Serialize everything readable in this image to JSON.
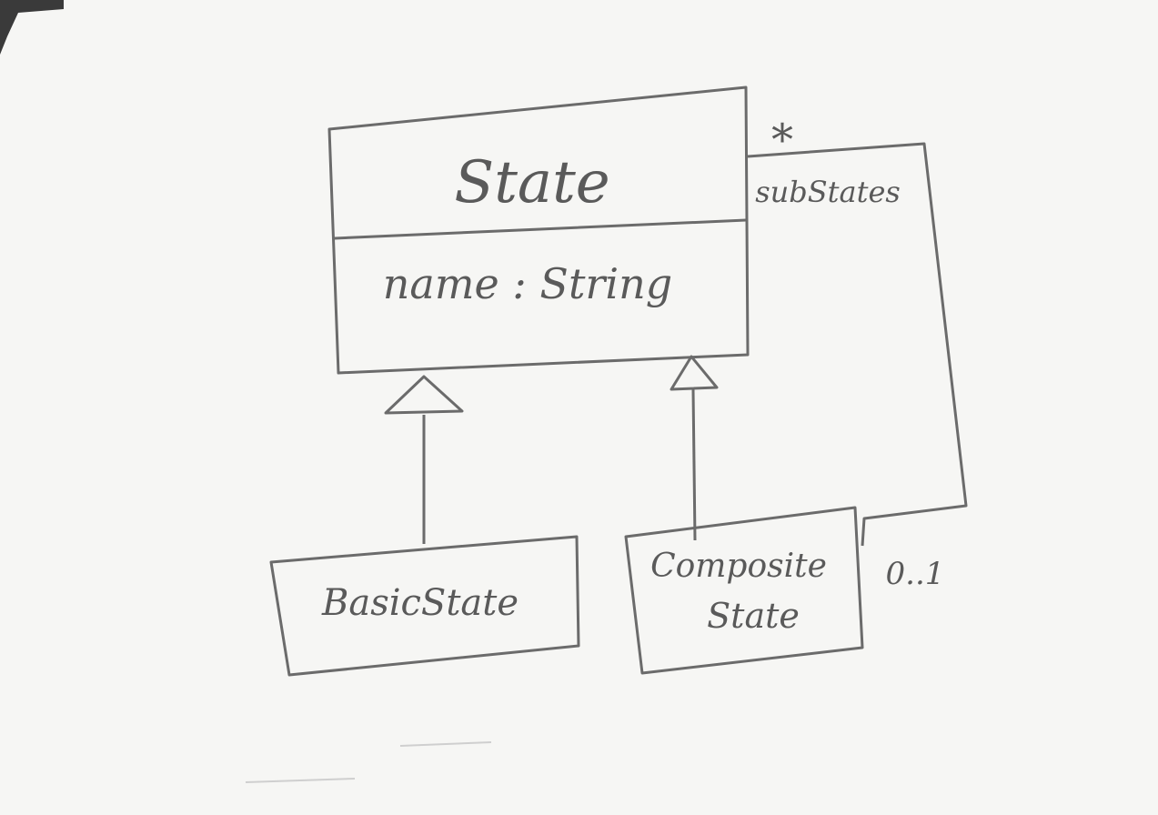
{
  "diagram": {
    "type": "uml-class-diagram",
    "classes": [
      {
        "name": "State",
        "attributes": [
          "name : String"
        ]
      },
      {
        "name": "BasicState",
        "attributes": []
      },
      {
        "name": "Composite",
        "name_line2": "State",
        "attributes": []
      }
    ],
    "generalizations": [
      {
        "child": "BasicState",
        "parent": "State"
      },
      {
        "child": "CompositeState",
        "parent": "State"
      }
    ],
    "association": {
      "role": "subStates",
      "multiplicity_many": "*",
      "multiplicity_owner": "0..1"
    },
    "colors": {
      "paper": "#f6f6f4",
      "ink": "#6b6b6b"
    }
  }
}
